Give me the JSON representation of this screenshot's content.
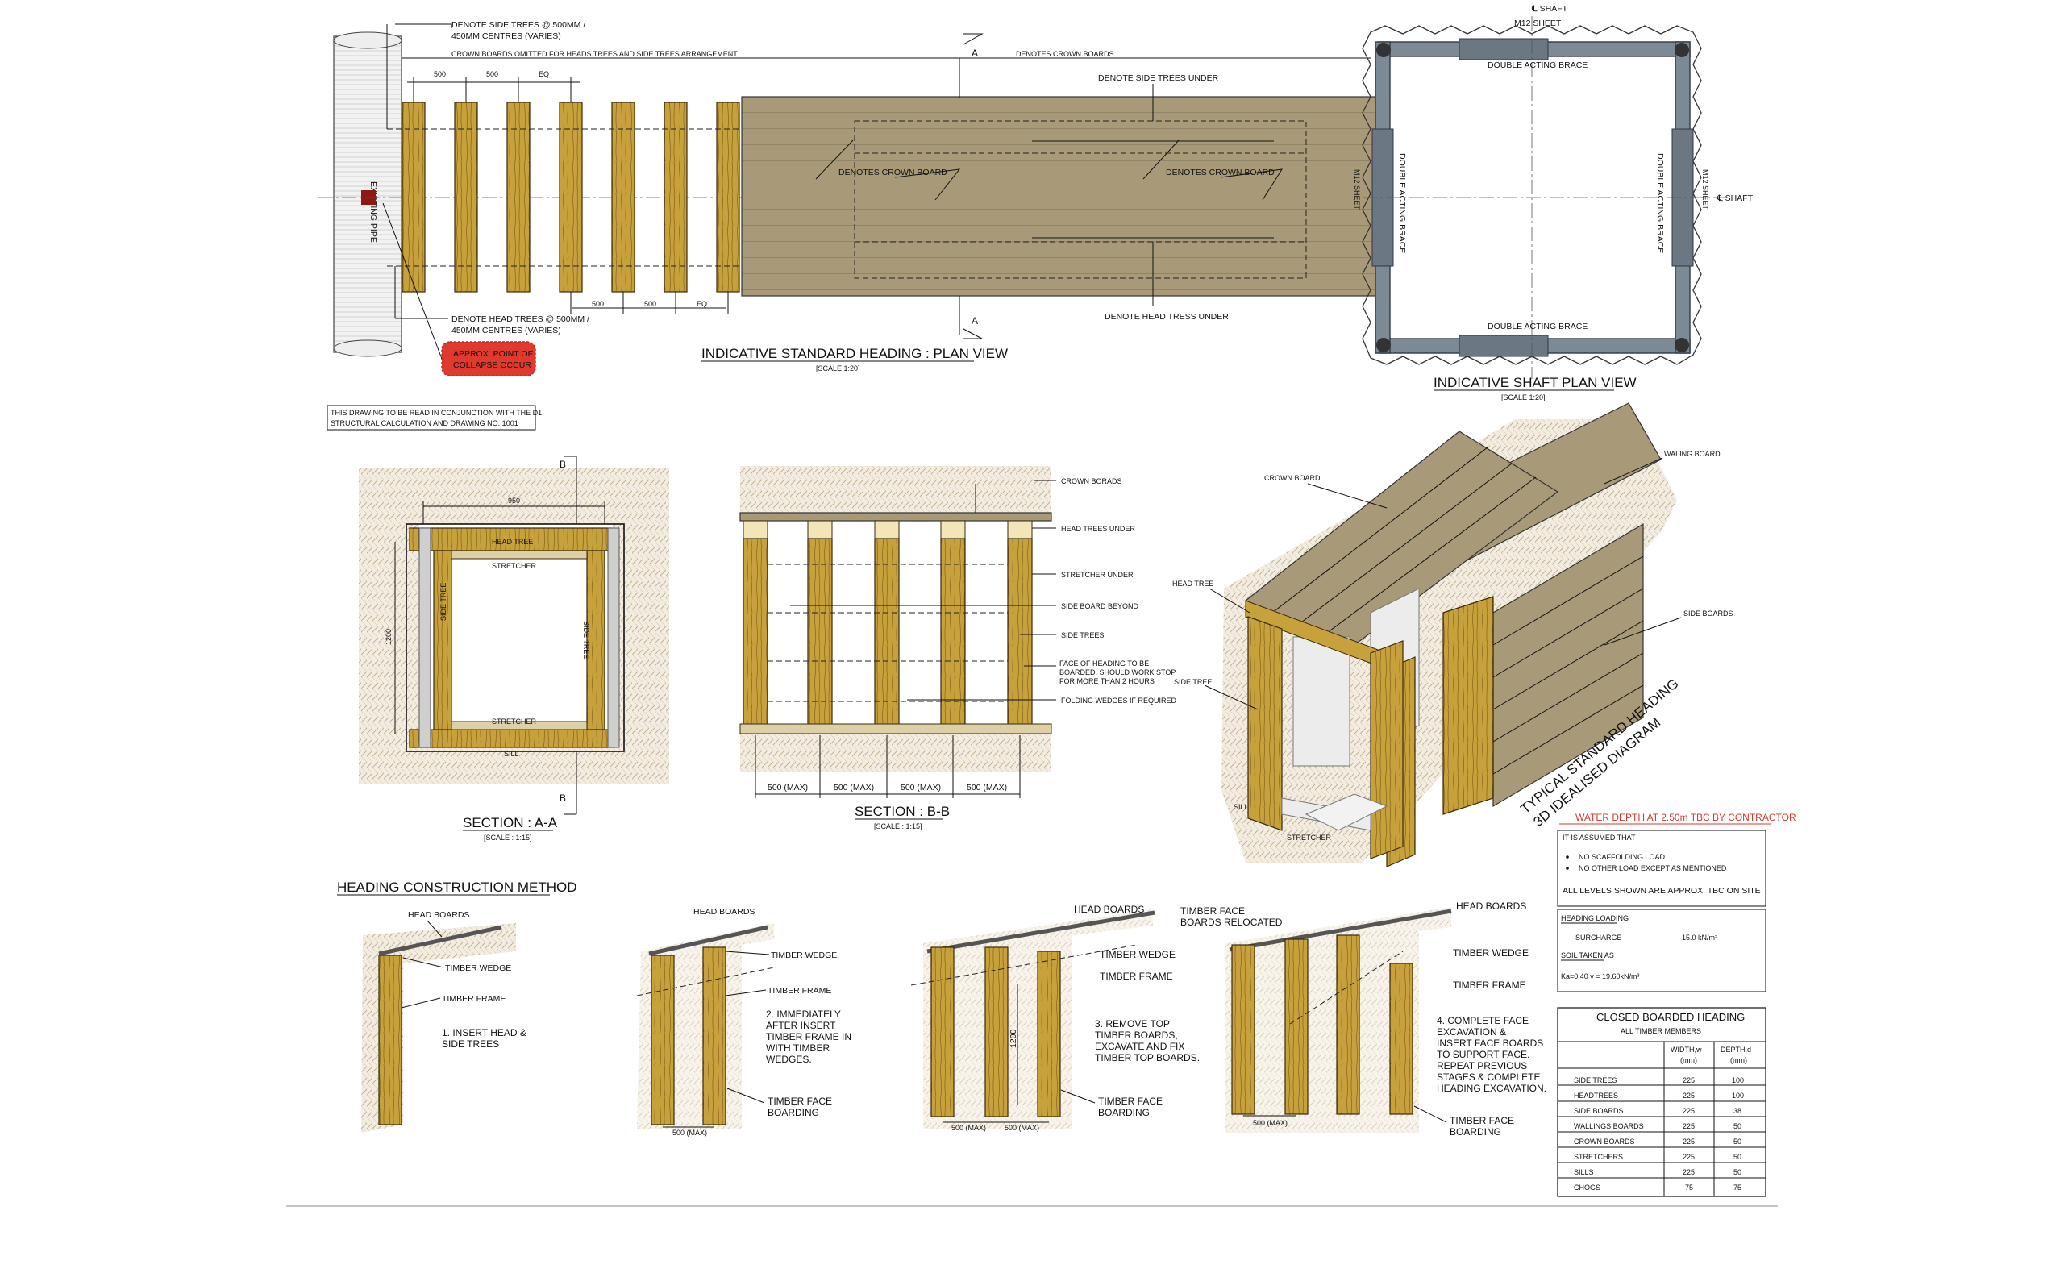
{
  "plan_view": {
    "title": "INDICATIVE STANDARD HEADING : PLAN VIEW",
    "scale": "[SCALE 1:20]",
    "existing_pipe": "EXISTING PIPE",
    "side_trees_note": [
      "DENOTE SIDE TREES @ 500MM /",
      "450MM CENTRES (VARIES)"
    ],
    "crown_omitted_note": "CROWN BOARDS OMITTED FOR HEADS TREES AND SIDE TREES ARRANGEMENT",
    "denotes_crown_boards": "DENOTES CROWN BOARDS",
    "denote_side_trees_under": "DENOTE SIDE TREES UNDER",
    "denotes_crown_board_1": "DENOTES CROWN BOARD",
    "denotes_crown_board_2": "DENOTES CROWN BOARD",
    "m12_sheet": "M12 SHEET",
    "head_trees_note": [
      "DENOTE HEAD TREES @ 500MM /",
      "450MM CENTRES (VARIES)"
    ],
    "denote_head_tress_under": "DENOTE HEAD TRESS UNDER",
    "collapse_note": [
      "APPROX. POINT OF",
      "COLLAPSE OCCUR"
    ],
    "section_marker": "A",
    "dims_top": [
      "500",
      "500",
      "EQ"
    ],
    "dims_bottom": [
      "500",
      "500",
      "EQ"
    ]
  },
  "shaft_view": {
    "title": "INDICATIVE SHAFT PLAN VIEW",
    "scale": "[SCALE 1:20]",
    "shaft_top": "℄ SHAFT",
    "m12_top": "M12 SHEET",
    "shaft_right": "℄ SHAFT",
    "m12_right": "M12 SHEET",
    "brace_top": "DOUBLE ACTING BRACE",
    "brace_bottom": "DOUBLE ACTING BRACE",
    "brace_left": "DOUBLE ACTING BRACE",
    "brace_right": "DOUBLE ACTING BRACE"
  },
  "note_box": [
    "THIS DRAWING TO BE READ IN CONJUNCTION WITH THE D1",
    "STRUCTURAL CALCULATION AND DRAWING NO. 1001"
  ],
  "section_aa": {
    "title": "SECTION : A-A",
    "scale": "[SCALE : 1:15]",
    "marker": "B",
    "head_tree": "HEAD TREE",
    "stretcher_top": "STRETCHER",
    "stretcher_bottom": "STRETCHER",
    "side_tree_left": "SIDE TREE",
    "side_tree_right": "SIDE TREE",
    "sill": "SILL",
    "dim_width": "950",
    "dim_height": "1200"
  },
  "section_bb": {
    "title": "SECTION : B-B",
    "scale": "[SCALE : 1:15]",
    "labels": [
      "CROWN BORADS",
      "HEAD TREES UNDER",
      "STRETCHER UNDER",
      "SIDE BOARD BEYOND",
      "SIDE TREES"
    ],
    "face_note": [
      "FACE OF HEADING TO BE",
      "BOARDED. SHOULD WORK STOP",
      "FOR MORE THAN 2 HOURS"
    ],
    "folding_wedges": "FOLDING WEDGES IF REQUIRED",
    "dims": [
      "500 (MAX)",
      "500 (MAX)",
      "500 (MAX)",
      "500 (MAX)"
    ]
  },
  "iso_view": {
    "title_lines": [
      "TYPICAL STANDARD HEADING",
      "3D IDEALISED DIAGRAM"
    ],
    "crown_board": "CROWN BOARD",
    "waling_board": "WALING BOARD",
    "head_tree": "HEAD TREE",
    "side_boards": "SIDE BOARDS",
    "side_tree": "SIDE TREE",
    "sill": "SILL",
    "stretcher": "STRETCHER"
  },
  "method": {
    "title": "HEADING CONSTRUCTION METHOD",
    "step1": {
      "head_boards": "HEAD BOARDS",
      "timber_wedge": "TIMBER WEDGE",
      "timber_frame": "TIMBER FRAME",
      "note": [
        "1.  INSERT HEAD &",
        "SIDE TREES"
      ]
    },
    "step2": {
      "head_boards": "HEAD BOARDS",
      "timber_wedge": "TIMBER WEDGE",
      "timber_frame": "TIMBER FRAME",
      "note": [
        "2.  IMMEDIATELY",
        "AFTER INSERT",
        "TIMBER FRAME IN",
        "WITH TIMBER",
        "WEDGES."
      ],
      "face": [
        "TIMBER FACE",
        "BOARDING"
      ],
      "dim": "500 (MAX)"
    },
    "step3": {
      "head_boards": "HEAD BOARDS",
      "relocated": [
        "TIMBER FACE",
        "BOARDS RELOCATED"
      ],
      "timber_wedge": "TIMBER WEDGE",
      "timber_frame": "TIMBER FRAME",
      "note": [
        "3.  REMOVE TOP",
        "TIMBER BOARDS,",
        "EXCAVATE AND FIX",
        "TIMBER TOP BOARDS."
      ],
      "face": [
        "TIMBER FACE",
        "BOARDING"
      ],
      "dim_height": "1200",
      "dims": [
        "500 (MAX)",
        "500 (MAX)"
      ]
    },
    "step4": {
      "head_boards": "HEAD BOARDS",
      "timber_wedge": "TIMBER WEDGE",
      "timber_frame": "TIMBER FRAME",
      "note": [
        "4.  COMPLETE FACE",
        "EXCAVATION &",
        "INSERT FACE BOARDS",
        "TO SUPPORT FACE.",
        "REPEAT PREVIOUS",
        "STAGES & COMPLETE",
        "HEADING EXCAVATION."
      ],
      "face": [
        "TIMBER FACE",
        "BOARDING"
      ],
      "dim": "500 (MAX)"
    }
  },
  "water_note": "WATER DEPTH AT 2.50m TBC BY CONTRACTOR",
  "assumptions": {
    "intro": "IT IS ASSUMED THAT",
    "items": [
      "NO SCAFFOLDING LOAD",
      "NO OTHER LOAD EXCEPT AS MENTIONED"
    ],
    "levels": "ALL LEVELS SHOWN ARE APPROX. TBC ON SITE",
    "loading_title": "HEADING LOADING",
    "surcharge_label": "SURCHARGE",
    "surcharge_value": "15.0 kN/m²",
    "soil_label": "SOIL TAKEN AS",
    "soil_values": "Ka=0.40    γ = 19.60kN/m³"
  },
  "table": {
    "title": "CLOSED BOARDED HEADING",
    "subtitle": "ALL TIMBER MEMBERS",
    "headers": [
      "",
      "WIDTH,w",
      "DEPTH,d"
    ],
    "units": [
      "",
      "(mm)",
      "(mm)"
    ],
    "rows": [
      [
        "SIDE TREES",
        "225",
        "100"
      ],
      [
        "HEADTREES",
        "225",
        "100"
      ],
      [
        "SIDE BOARDS",
        "225",
        "38"
      ],
      [
        "WALLINGS BOARDS",
        "225",
        "50"
      ],
      [
        "CROWN BOARDS",
        "225",
        "50"
      ],
      [
        "STRETCHERS",
        "225",
        "50"
      ],
      [
        "SILLS",
        "225",
        "50"
      ],
      [
        "CHOGS",
        "75",
        "75"
      ]
    ]
  },
  "colors": {
    "timber": "#c6a13c",
    "crown_board": "#a89a78",
    "steel": "#7c8a96",
    "warning_fill": "#e03a2f",
    "water_text": "#d23a2f"
  }
}
